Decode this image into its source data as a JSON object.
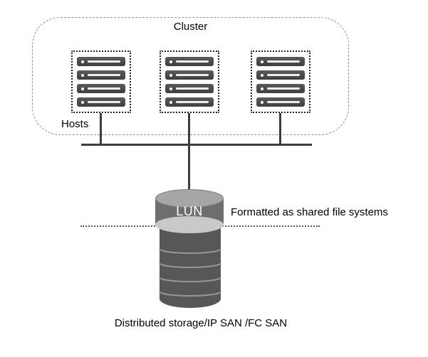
{
  "labels": {
    "cluster": "Cluster",
    "hosts": "Hosts",
    "lun": "LUN",
    "formatted_note": "Formatted as shared file systems",
    "storage_caption": "Distributed storage/IP SAN /FC SAN"
  },
  "structure": {
    "host_groups": 3,
    "servers_per_group": 4
  },
  "colors": {
    "server_fill": "#4a4a4a",
    "connector": "#3d3d3d",
    "cluster_border": "#8f8f8f",
    "lun_body": "#6e6e6e",
    "lun_top": "#a6a6a6",
    "lun_bottom": "#c9c9c9",
    "storage_body": "#575757",
    "storage_ring": "#979797"
  }
}
